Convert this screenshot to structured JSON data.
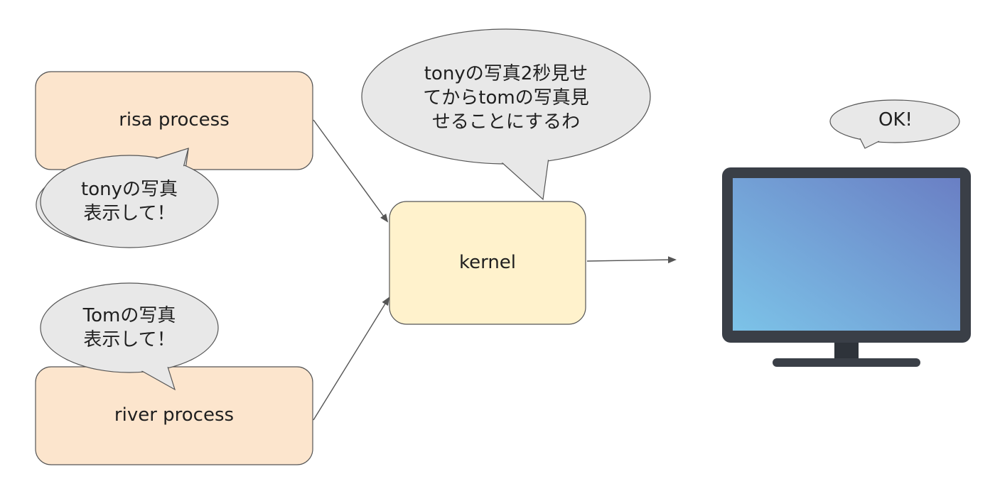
{
  "nodes": {
    "risa_process": "risa process",
    "river_process": "river process",
    "kernel": "kernel"
  },
  "bubbles": {
    "risa": "tonyの写真\n表示して！",
    "river": "Tomの写真\n表示して！",
    "kernel": "tonyの写真2秒見せ\nてからtomの写真見\nせることにするわ",
    "monitor": "OK!"
  },
  "icons": {
    "display": "monitor-icon"
  },
  "colors": {
    "process_fill": "#fce5cd",
    "kernel_fill": "#fff2cc",
    "bubble_fill": "#e8e8e8",
    "stroke": "#555555",
    "monitor_frame": "#3a3f47",
    "screen_light": "#7cc3e8",
    "screen_dark": "#6a7fc4"
  }
}
